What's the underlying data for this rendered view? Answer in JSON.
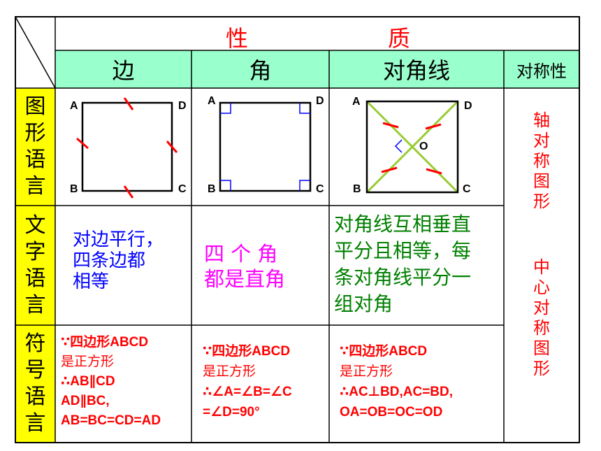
{
  "header": {
    "property_a": "性",
    "property_b": "质",
    "col_side": "边",
    "col_angle": "角",
    "col_diagonal": "对角线",
    "col_symmetry": "对称性"
  },
  "rows": {
    "graphic": "图形语言",
    "text": "文字语言",
    "symbol": "符号语言"
  },
  "figures": {
    "A": "A",
    "B": "B",
    "C": "C",
    "D": "D",
    "O": "O"
  },
  "text_lang": {
    "side": [
      "对边平行，",
      "四条边都",
      "相等"
    ],
    "angle": [
      "四 个 角",
      "都是直角"
    ],
    "diagonal": [
      "对角线互相垂直",
      "平分且相等，每",
      "条对角线平分一",
      "组对角"
    ]
  },
  "symbol_lang": {
    "side": [
      "∵四边形ABCD",
      "是正方形",
      "∴AB∥CD",
      "AD∥BC,",
      "AB=BC=CD=AD"
    ],
    "angle": [
      "∵四边形ABCD",
      "是正方形",
      "∴∠A=∠B=∠C",
      "=∠D=90°"
    ],
    "diagonal": [
      "∵四边形ABCD",
      "是正方形",
      "∴AC⊥BD,AC=BD,",
      "OA=OB=OC=OD"
    ]
  },
  "symmetry": {
    "axial": [
      "轴",
      "对",
      "称",
      "图",
      "形"
    ],
    "central": [
      "中",
      "心",
      "对",
      "称",
      "图",
      "形"
    ]
  },
  "colors": {
    "header_bg": "#99ffcc",
    "side_bg": "#ffff00",
    "red": "#ff0000",
    "blue": "#0000ff",
    "magenta": "#ff00ff",
    "green": "#008000",
    "diagonal_line": "#99cc33"
  }
}
